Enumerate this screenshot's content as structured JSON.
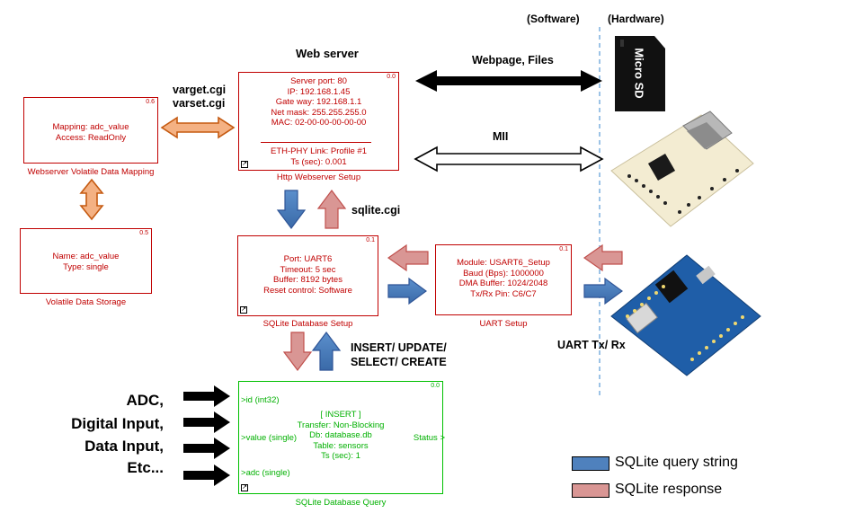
{
  "headers": {
    "software": "(Software)",
    "hardware": "(Hardware)"
  },
  "webserver_title": "Web server",
  "arrow_labels": {
    "webpage_files": "Webpage, Files",
    "mii": "MII",
    "varget": "varget.cgi",
    "varset": "varset.cgi",
    "sqlite_cgi": "sqlite.cgi",
    "insert_update": "INSERT/ UPDATE/",
    "select_create": "SELECT/ CREATE",
    "uart_txrx": "UART Tx/ Rx"
  },
  "sd_card": {
    "label": "Micro SD"
  },
  "blocks": {
    "http": {
      "num": "0.0",
      "lines": [
        "Server port: 80",
        "IP: 192.168.1.45",
        "Gate way: 192.168.1.1",
        "Net mask: 255.255.255.0",
        "MAC: 02-00-00-00-00-00"
      ],
      "lines2": [
        "ETH-PHY Link: Profile #1",
        "Ts (sec): 0.001"
      ],
      "caption": "Http Webserver Setup"
    },
    "mapping": {
      "num": "0.6",
      "lines": [
        "Mapping: adc_value",
        "Access: ReadOnly"
      ],
      "caption": "Webserver Volatile Data Mapping"
    },
    "storage": {
      "num": "0.5",
      "lines": [
        "Name: adc_value",
        "Type: single"
      ],
      "caption": "Volatile Data Storage"
    },
    "sqlite_setup": {
      "num": "0.1",
      "lines": [
        "Port: UART6",
        "Timeout: 5 sec",
        "Buffer: 8192 bytes",
        "Reset control: Software"
      ],
      "caption": "SQLite Database Setup"
    },
    "uart": {
      "num": "0.1",
      "lines": [
        "Module: USART6_Setup",
        "Baud (Bps): 1000000",
        "DMA Buffer: 1024/2048",
        "Tx/Rx Pin: C6/C7"
      ],
      "caption": "UART Setup"
    },
    "query": {
      "num": "0.0",
      "lines": [
        "[ INSERT ]",
        "Transfer: Non-Blocking",
        "Db: database.db",
        "Table: sensors",
        "Ts (sec): 1"
      ],
      "ports_in": [
        "id (int32)",
        "value (single)",
        "adc (single)"
      ],
      "port_out": "Status",
      "caption": "SQLite Database Query"
    }
  },
  "inputs": [
    "ADC,",
    "Digital Input,",
    "Data Input,",
    "Etc..."
  ],
  "legend": [
    {
      "label": "SQLite query string",
      "color": "#4f81bd"
    },
    {
      "label": "SQLite response",
      "color": "#d99694"
    }
  ],
  "colors": {
    "blue_arrow": "#4f81bd",
    "red_arrow": "#d99694",
    "orange_arrow": "#f4b183",
    "block_red": "#c00000",
    "block_green": "#00b000",
    "divider": "#5b9bd5"
  }
}
